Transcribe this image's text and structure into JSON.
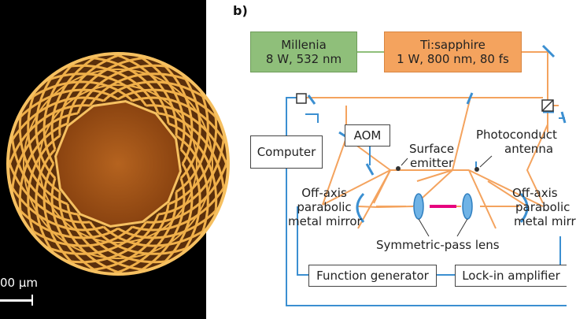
{
  "panel_a": {
    "scale_label": "00 µm"
  },
  "panel_b": {
    "label": "b)",
    "laser_pump": {
      "name": "Millenia",
      "spec": "8 W, 532 nm"
    },
    "laser_ti": {
      "name": "Ti:sapphire",
      "spec": "1 W, 800 nm, 80 fs"
    },
    "computer": "Computer",
    "aom": "AOM",
    "surface_emitter": [
      "Surface",
      "emitter"
    ],
    "photoconductive_antenna": [
      "Photoconduct",
      "antenna"
    ],
    "mirror_left": [
      "Off-axis",
      "parabolic",
      "metal mirror"
    ],
    "mirror_right": [
      "Off-axis",
      "parabolic",
      "metal mirr"
    ],
    "lens": "Symmetric-pass lens",
    "function_generator": "Function generator",
    "lockin": "Lock-in amplifier"
  },
  "colors": {
    "beam": "#f4a35e",
    "signal": "#3b8fd1",
    "sample": "#e6007e",
    "pump_box": "#8fbf7a",
    "ti_box": "#f4a35e"
  }
}
